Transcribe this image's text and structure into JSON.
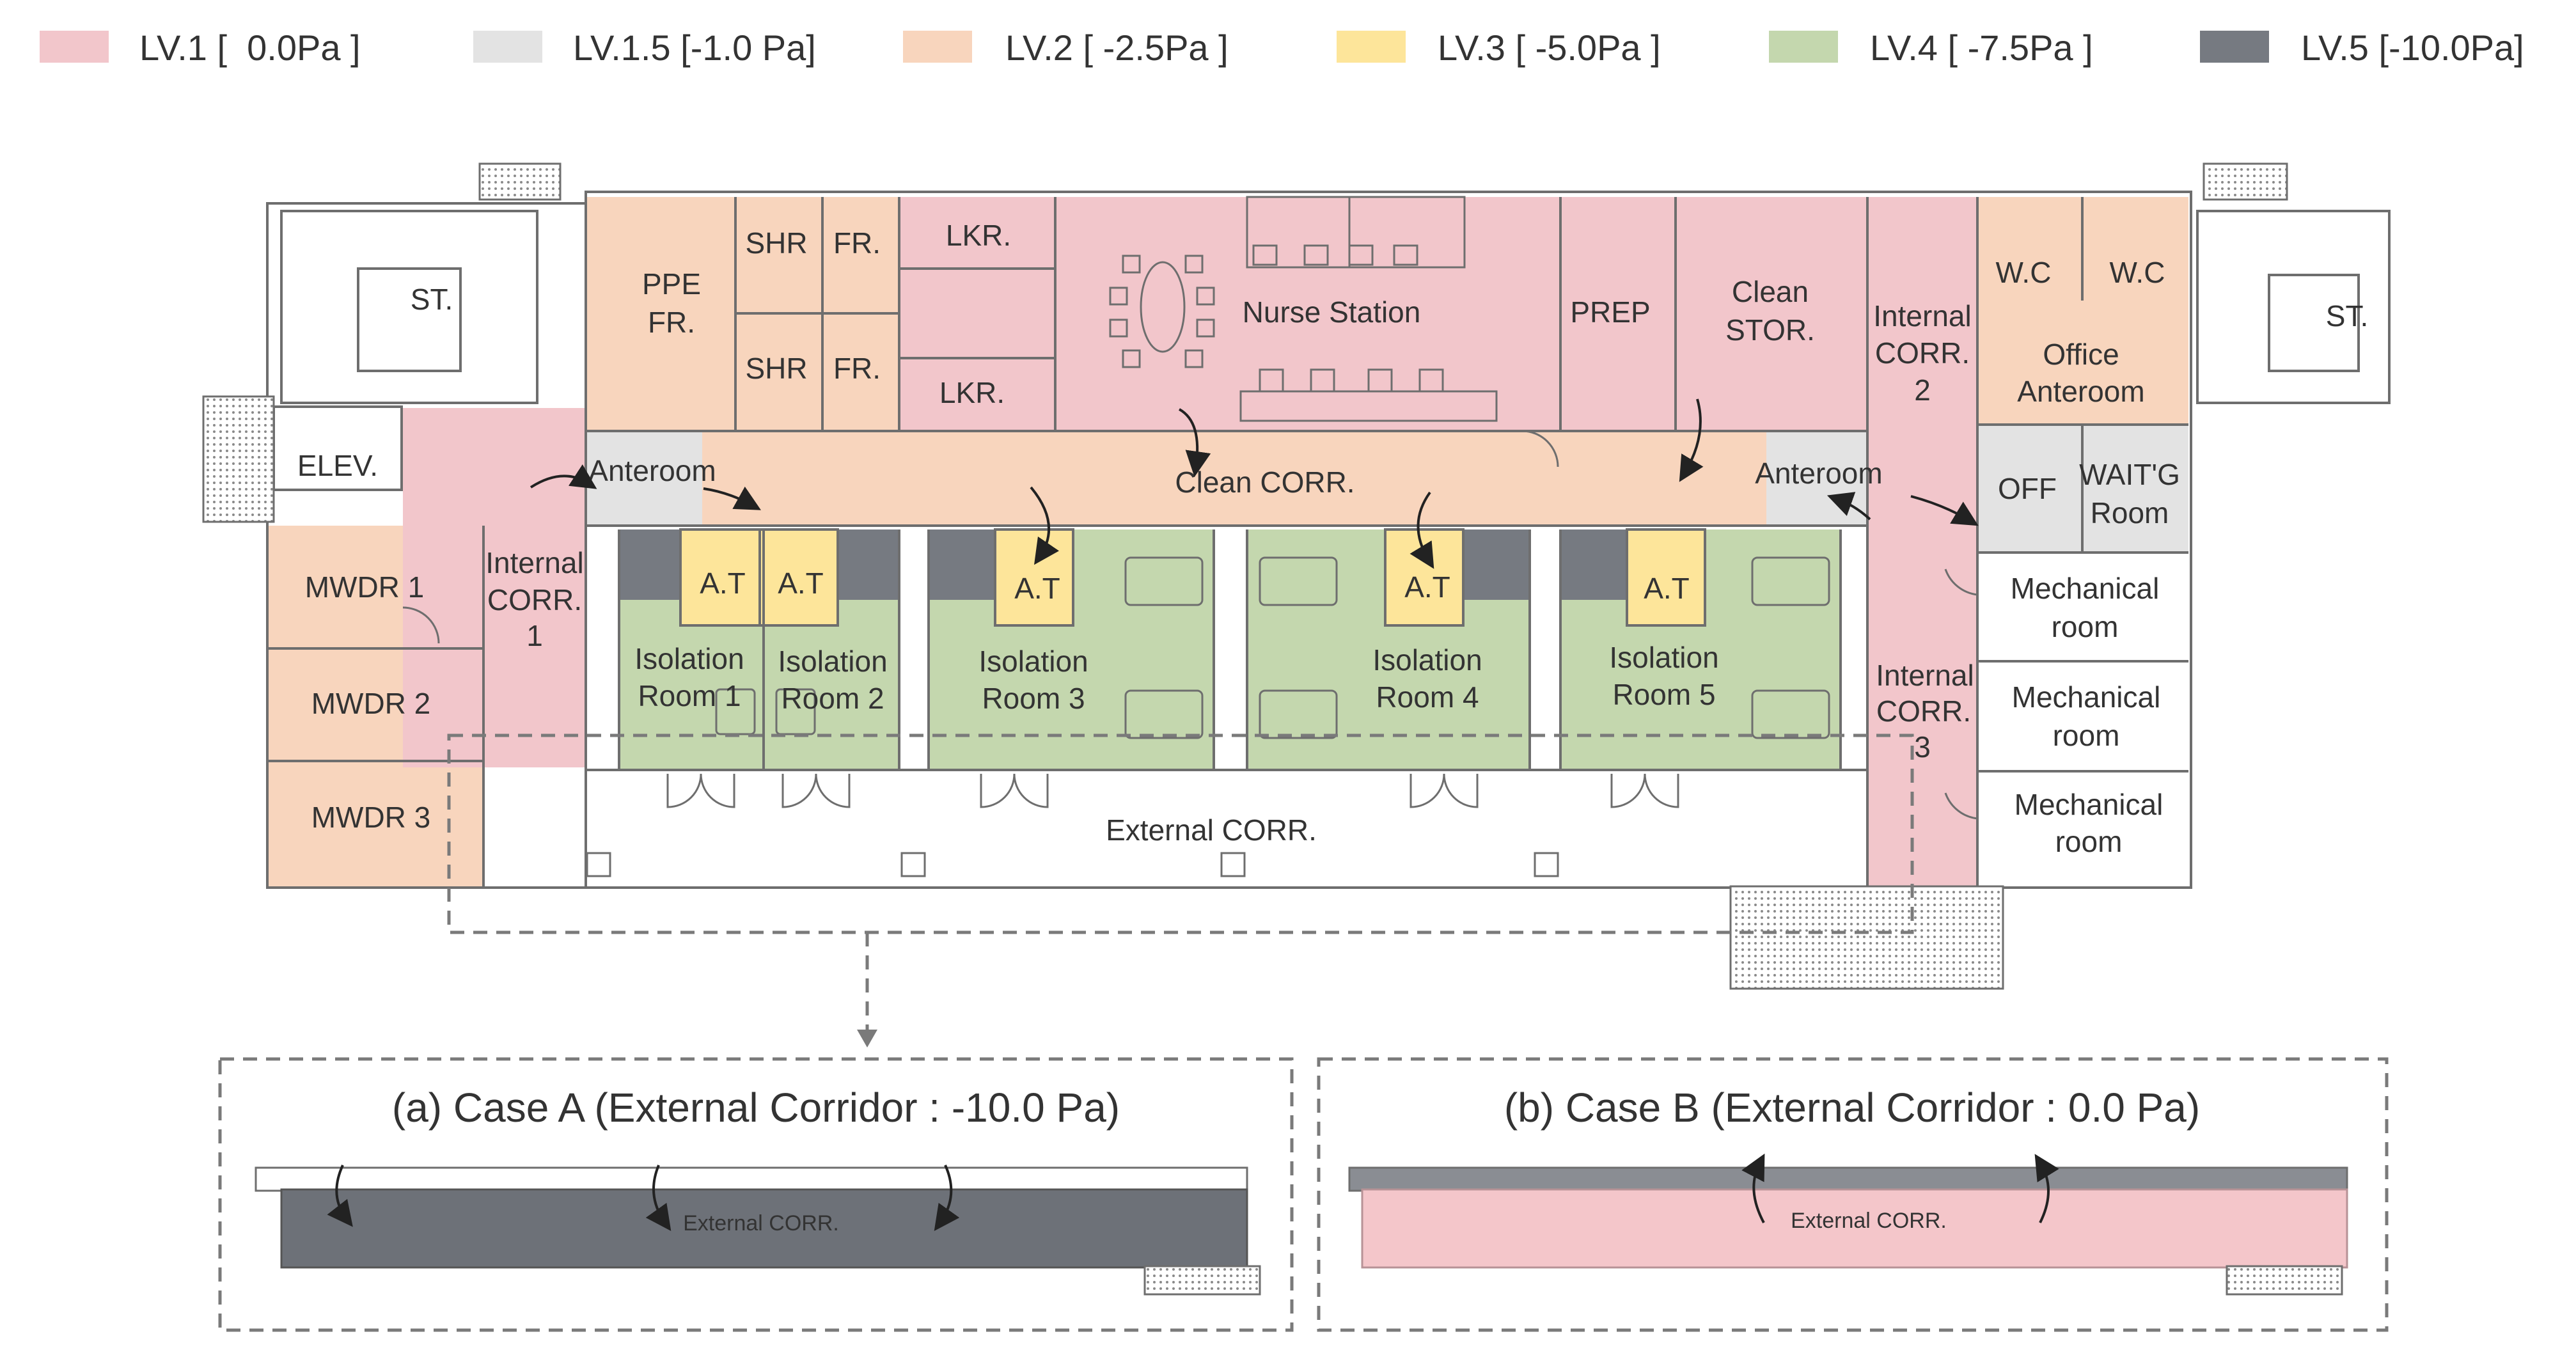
{
  "legend": [
    {
      "label": "LV.1 [  0.0Pa ]",
      "color": "#f2c6cb"
    },
    {
      "label": "LV.1.5 [-1.0 Pa]",
      "color": "#e3e3e3"
    },
    {
      "label": "LV.2 [ -2.5Pa ]",
      "color": "#f8d5bd"
    },
    {
      "label": "LV.3 [ -5.0Pa ]",
      "color": "#fde59a"
    },
    {
      "label": "LV.4 [ -7.5Pa ]",
      "color": "#c4d7ae"
    },
    {
      "label": "LV.5 [-10.0Pa]",
      "color": "#767a81"
    }
  ],
  "rooms": {
    "st_left": "ST.",
    "elev": "ELEV.",
    "ppe_1": "PPE",
    "ppe_2": "FR.",
    "shr_top": "SHR",
    "fr_top": "FR.",
    "shr_bottom": "SHR",
    "fr_bottom": "FR.",
    "lkr_top": "LKR.",
    "lkr_bottom": "LKR.",
    "nurse_station": "Nurse Station",
    "prep": "PREP",
    "clean_stor_1": "Clean",
    "clean_stor_2": "STOR.",
    "internal_corr2_1": "Internal",
    "internal_corr2_2": "CORR.",
    "internal_corr2_3": "2",
    "wc_left": "W.C",
    "wc_right": "W.C",
    "office_anteroom_1": "Office",
    "office_anteroom_2": "Anteroom",
    "st_right": "ST.",
    "anteroom_left": "Anteroom",
    "clean_corr": "Clean CORR.",
    "anteroom_right": "Anteroom",
    "off": "OFF",
    "waitg_1": "WAIT'G",
    "waitg_2": "Room",
    "mwdr1": "MWDR 1",
    "mwdr2": "MWDR 2",
    "mwdr3": "MWDR 3",
    "internal_corr1_1": "Internal",
    "internal_corr1_2": "CORR.",
    "internal_corr1_3": "1",
    "at_1": "A.T",
    "at_2": "A.T",
    "at_3": "A.T",
    "at_4": "A.T",
    "at_5": "A.T",
    "iso1_1": "Isolation",
    "iso1_2": "Room 1",
    "iso2_1": "Isolation",
    "iso2_2": "Room 2",
    "iso3_1": "Isolation",
    "iso3_2": "Room 3",
    "iso4_1": "Isolation",
    "iso4_2": "Room 4",
    "iso5_1": "Isolation",
    "iso5_2": "Room 5",
    "internal_corr3_1": "Internal",
    "internal_corr3_2": "CORR.",
    "internal_corr3_3": "3",
    "mech1_1": "Mechanical",
    "mech1_2": "room",
    "mech2_1": "Mechanical",
    "mech2_2": "room",
    "mech3_1": "Mechanical",
    "mech3_2": "room",
    "external_corr": "External CORR."
  },
  "cases": {
    "a_title": "(a) Case A (External Corridor : -10.0 Pa)",
    "a_label": "External CORR.",
    "a_color": "#6d7178",
    "b_title": "(b) Case B (External Corridor : 0.0 Pa)",
    "b_label": "External CORR.",
    "b_color": "#f4c6ca"
  },
  "colors": {
    "lv1": "#f2c6cb",
    "lv15": "#e3e3e3",
    "lv2": "#f8d5bd",
    "lv3": "#fde59a",
    "lv4": "#c4d7ae",
    "lv5": "#767a81",
    "line": "#6e6e6e",
    "dash": "#7a7a7a"
  }
}
